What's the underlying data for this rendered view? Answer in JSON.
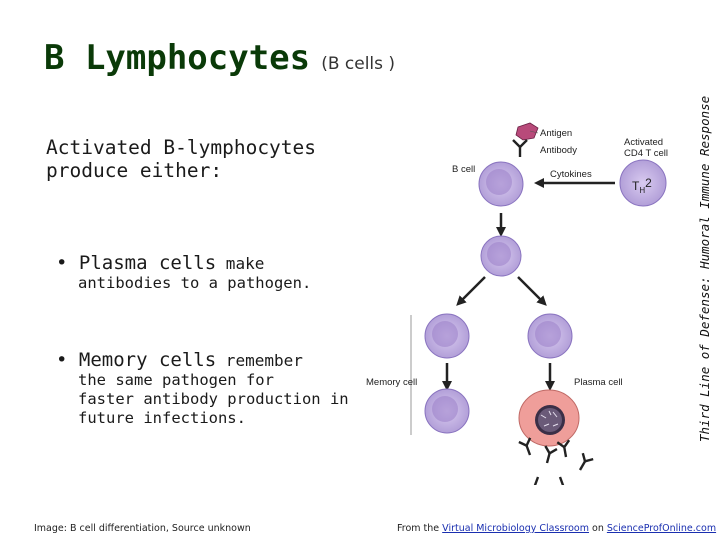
{
  "title": {
    "main": "B Lymphocytes",
    "sub": "(B cells )"
  },
  "intro": {
    "line1": "Activated B-lymphocytes",
    "line2": "produce either:"
  },
  "bullets": [
    {
      "term": "Plasma cells",
      "rest": " make",
      "lines": [
        "antibodies to a pathogen."
      ]
    },
    {
      "term": "Memory cells",
      "rest": " remember",
      "lines": [
        "the same pathogen for",
        "faster antibody production in",
        "future infections."
      ]
    }
  ],
  "side_title": "Third Line of Defense: Humoral Immune Response",
  "diagram": {
    "antigen": "Antigen",
    "antibody": "Antibody",
    "activated": "Activated",
    "cd4": "CD4 T cell",
    "bcell": "B cell",
    "cytokines": "Cytokines",
    "th2_main": "T",
    "th2_sub": "H",
    "th2_num": "2",
    "memory": "Memory cell",
    "plasma": "Plasma cell"
  },
  "caption": "Image: B cell differentiation, Source unknown",
  "credit": {
    "prefix": "From the ",
    "link1": "Virtual Microbiology Classroom",
    "mid": " on ",
    "link2": "ScienceProfOnline.com"
  },
  "colors": {
    "title": "#0a3a08",
    "cell_fill": "#c8b6e6",
    "cell_nucleus": "#7d61b6",
    "plasma_fill": "#ef9e9a",
    "antigen": "#b84a7a",
    "link": "#1a2fb0"
  }
}
